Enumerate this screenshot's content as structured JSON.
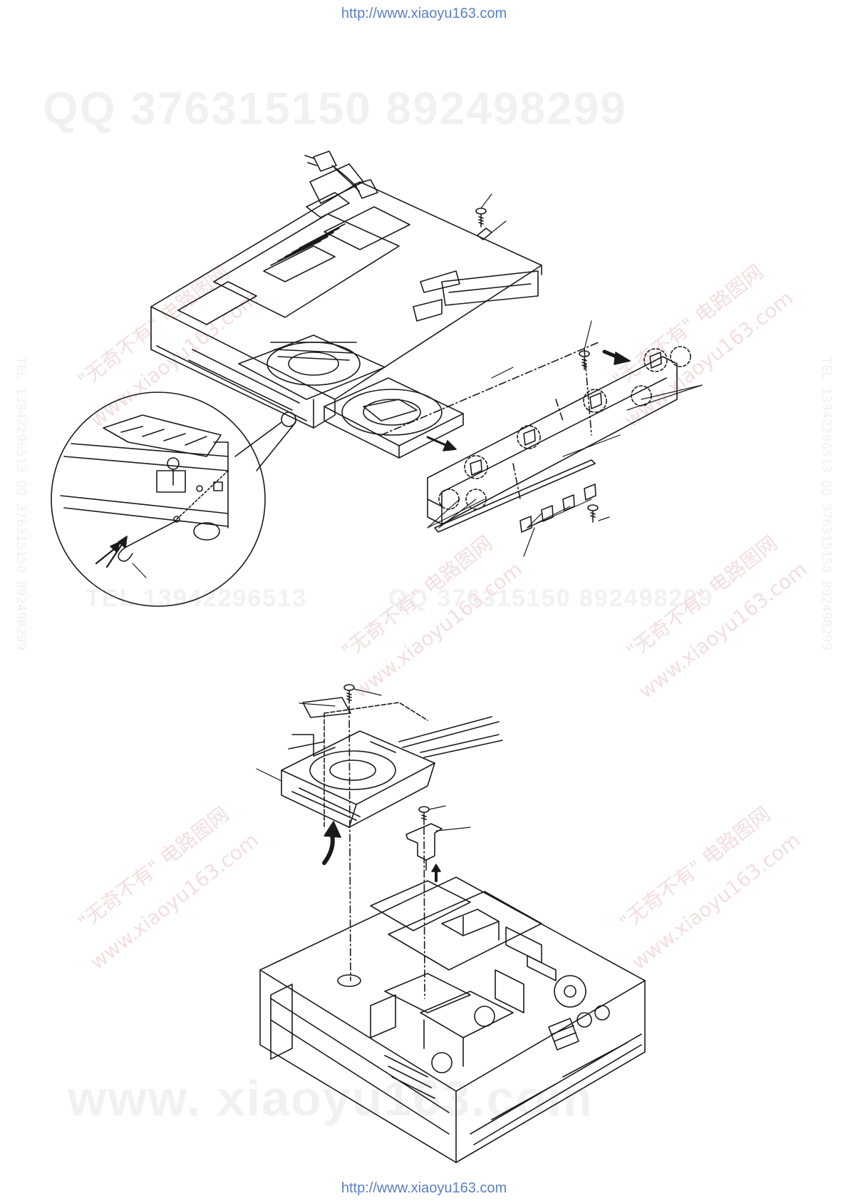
{
  "header": {
    "url": "http://www.xiaoyu163.com"
  },
  "footer": {
    "url": "http://www.xiaoyu163.com"
  },
  "watermarks": {
    "qq_top": "QQ 376315150   892498299",
    "tel_mid_a": "TEL 13942296513",
    "tel_mid_b": "QQ 376315150  892498299",
    "site_bottom": "www. xiaoyu163.com",
    "cn_a": "\"无奇不有\" 电路图网",
    "cn_b": "www.xiaoyu163.com",
    "side": "TEL 13942296513  QQ 376315150  892498299"
  },
  "colors": {
    "line": "#1a1a1a",
    "url": "#5a80c8",
    "watermark_red": "#f3dede",
    "watermark_gray": "#f1f1f1"
  },
  "figures": [
    {
      "name": "upper-figure",
      "content": "exploded view: front panel removal from chassis with disc tray, detail circle of tray release"
    },
    {
      "name": "lower-figure",
      "content": "exploded view: disc drive unit and bracket lifted out of chassis"
    }
  ]
}
